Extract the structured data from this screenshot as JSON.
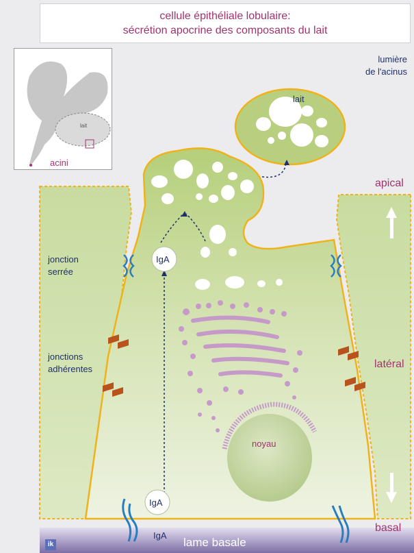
{
  "title": {
    "line1": "cellule épithéliale lobulaire:",
    "line2": "sécrétion apocrine des composants du lait"
  },
  "inset": {
    "lait": "lait",
    "acini": "acini"
  },
  "labels": {
    "lumiere_line1": "lumière",
    "lumiere_line2": "de l'acinus",
    "lait": "lait",
    "apical": "apical",
    "lateral": "latéral",
    "basal": "basal",
    "jonction_line1": "jonction",
    "jonction_line2": "serrée",
    "jonctions_line1": "jonctions",
    "jonctions_line2": "adhérentes",
    "iga_top": "IgA",
    "iga_bottom": "IgA",
    "iga_outside": "IgA",
    "noyau": "noyau",
    "lame_basale": "lame basale",
    "logo": "ik"
  },
  "colors": {
    "title_text": "#a0336e",
    "blue_text": "#1f2f6b",
    "cell_green": "#c3d69a",
    "cell_border": "#f0b21a",
    "golgi": "#c59ac9",
    "junction_brown": "#b9531e",
    "tight_junction": "#2a7dbd",
    "lame_basale": "#8d7fae"
  }
}
